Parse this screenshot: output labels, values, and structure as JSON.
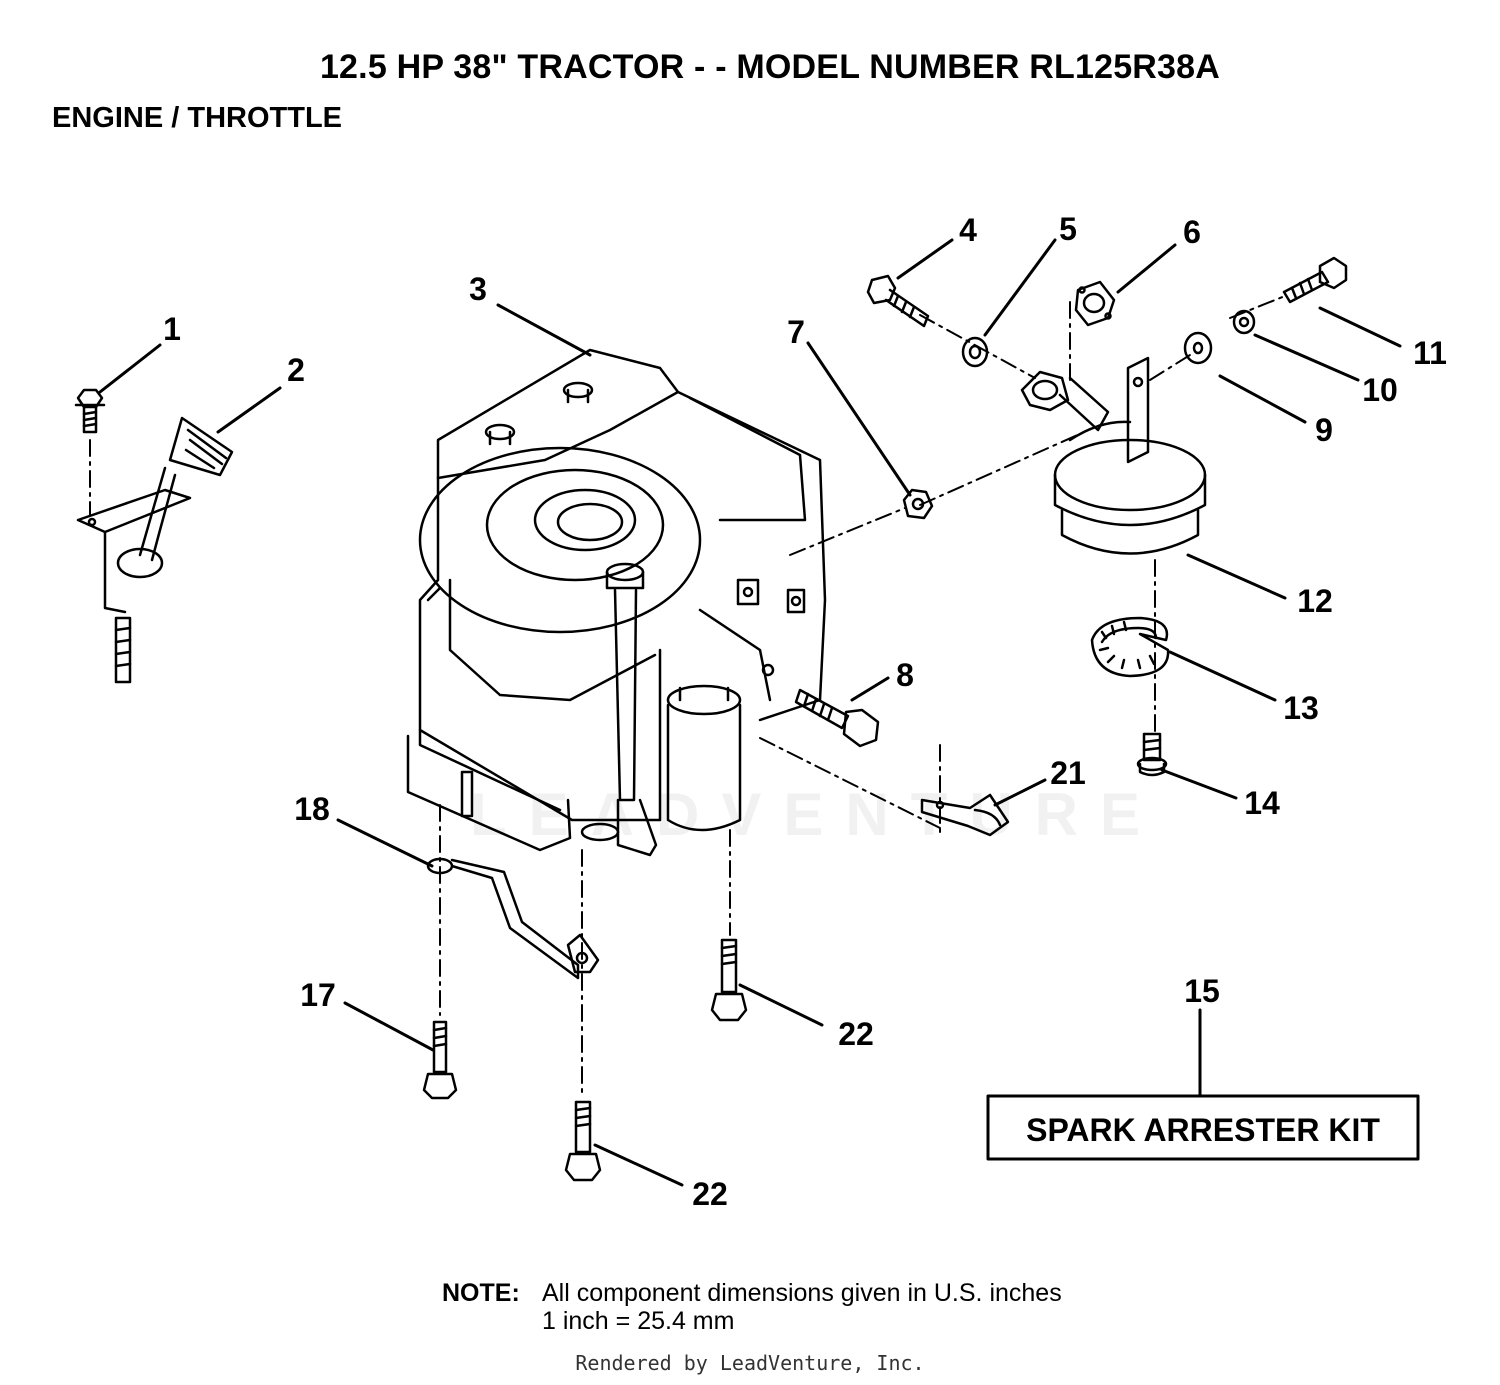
{
  "title": "12.5 HP 38\" TRACTOR - - MODEL NUMBER RL125R38A",
  "subtitle": "ENGINE / THROTTLE",
  "watermark": "LEADVENTURE",
  "callouts": [
    "1",
    "2",
    "3",
    "4",
    "5",
    "6",
    "7",
    "8",
    "9",
    "10",
    "11",
    "12",
    "13",
    "14",
    "15",
    "17",
    "18",
    "21",
    "22",
    "22"
  ],
  "kit_label": "SPARK ARRESTER KIT",
  "note": {
    "label": "NOTE:",
    "line1": "All component dimensions given in U.S. inches",
    "line2": "1 inch = 25.4 mm"
  },
  "footer": "Rendered by LeadVenture, Inc."
}
